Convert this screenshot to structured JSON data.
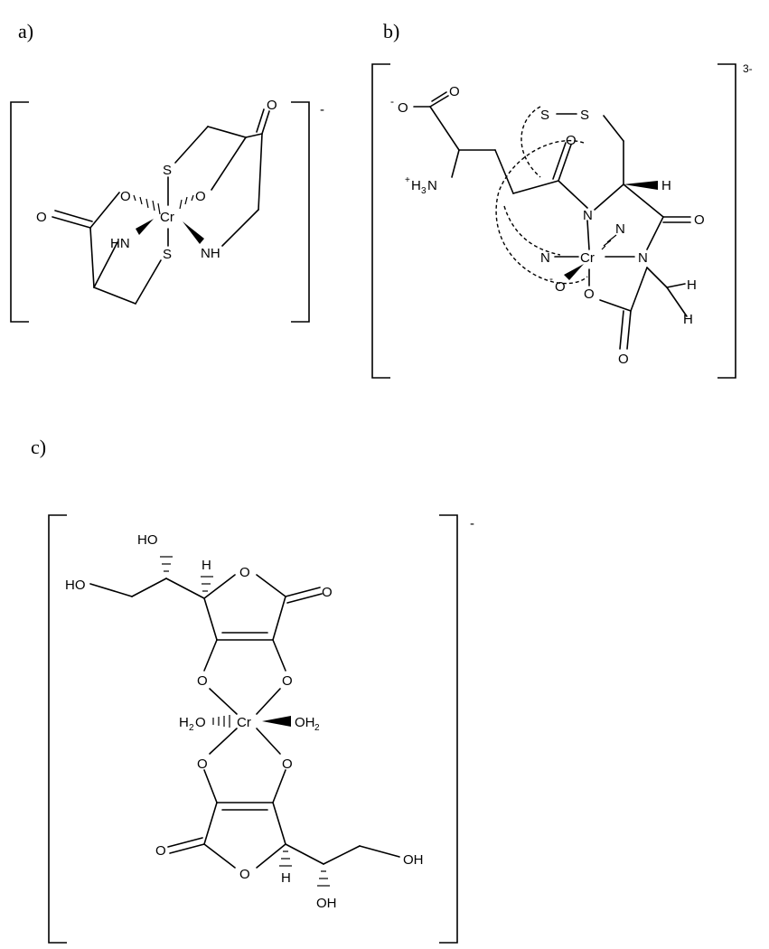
{
  "panels": {
    "a": {
      "label": "a)",
      "charge": "-",
      "atoms": {
        "s_top": "S",
        "s_bot": "S",
        "o1": "O",
        "o2": "O",
        "o3": "O",
        "o4": "O",
        "nh1": "HN",
        "nh2": "NH",
        "cr": "Cr"
      }
    },
    "b": {
      "label": "b)",
      "charge": "3-",
      "atoms": {
        "s1": "S",
        "s2": "S",
        "o_acid": "O",
        "o_minus": "O",
        "minus1": "-",
        "nh3_plus": "+",
        "nh3_h": "H",
        "nh3_sub": "3",
        "nh3_n": "N",
        "o_amide": "O",
        "h_alpha": "H",
        "n_top": "N",
        "n_right": "N",
        "o_right": "O",
        "n_left": "N",
        "n_back": "N",
        "cr": "Cr",
        "o_low": "O",
        "minus2": "-",
        "o_ring": "O",
        "h1": "H",
        "h2": "H",
        "o_bottom": "O"
      }
    },
    "c": {
      "label": "c)",
      "charge": "-",
      "atoms": {
        "ho_top": "HO",
        "ho_left": "HO",
        "h_top": "H",
        "o_ring_top": "O",
        "o_carb_top": "O",
        "o_l1": "O",
        "o_r1": "O",
        "h2o_l": "H",
        "h2o_l_sub": "2",
        "h2o_l_o": "O",
        "cr": "Cr",
        "oh2_r_o": "OH",
        "oh2_r_sub": "2",
        "o_l2": "O",
        "o_r2": "O",
        "o_carb_bot": "O",
        "o_ring_bot": "O",
        "h_bot": "H",
        "oh_bot": "OH",
        "oh_right": "OH"
      }
    }
  }
}
